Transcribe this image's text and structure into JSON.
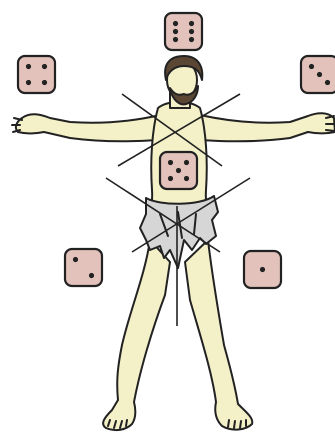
{
  "scene": {
    "figure": "outstretched-figure",
    "dice": [
      {
        "id": "die-top",
        "value": 6
      },
      {
        "id": "die-upper-left",
        "value": 4
      },
      {
        "id": "die-upper-right",
        "value": 3
      },
      {
        "id": "die-center",
        "value": 5
      },
      {
        "id": "die-lower-left",
        "value": 2
      },
      {
        "id": "die-lower-right",
        "value": 1
      }
    ]
  },
  "colors": {
    "skin": "#f4f0c8",
    "die_face": "#e2c2bb",
    "cloth": "#d6d6d6",
    "hair": "#5a4632",
    "outline": "#222222",
    "background": "#ffffff"
  }
}
